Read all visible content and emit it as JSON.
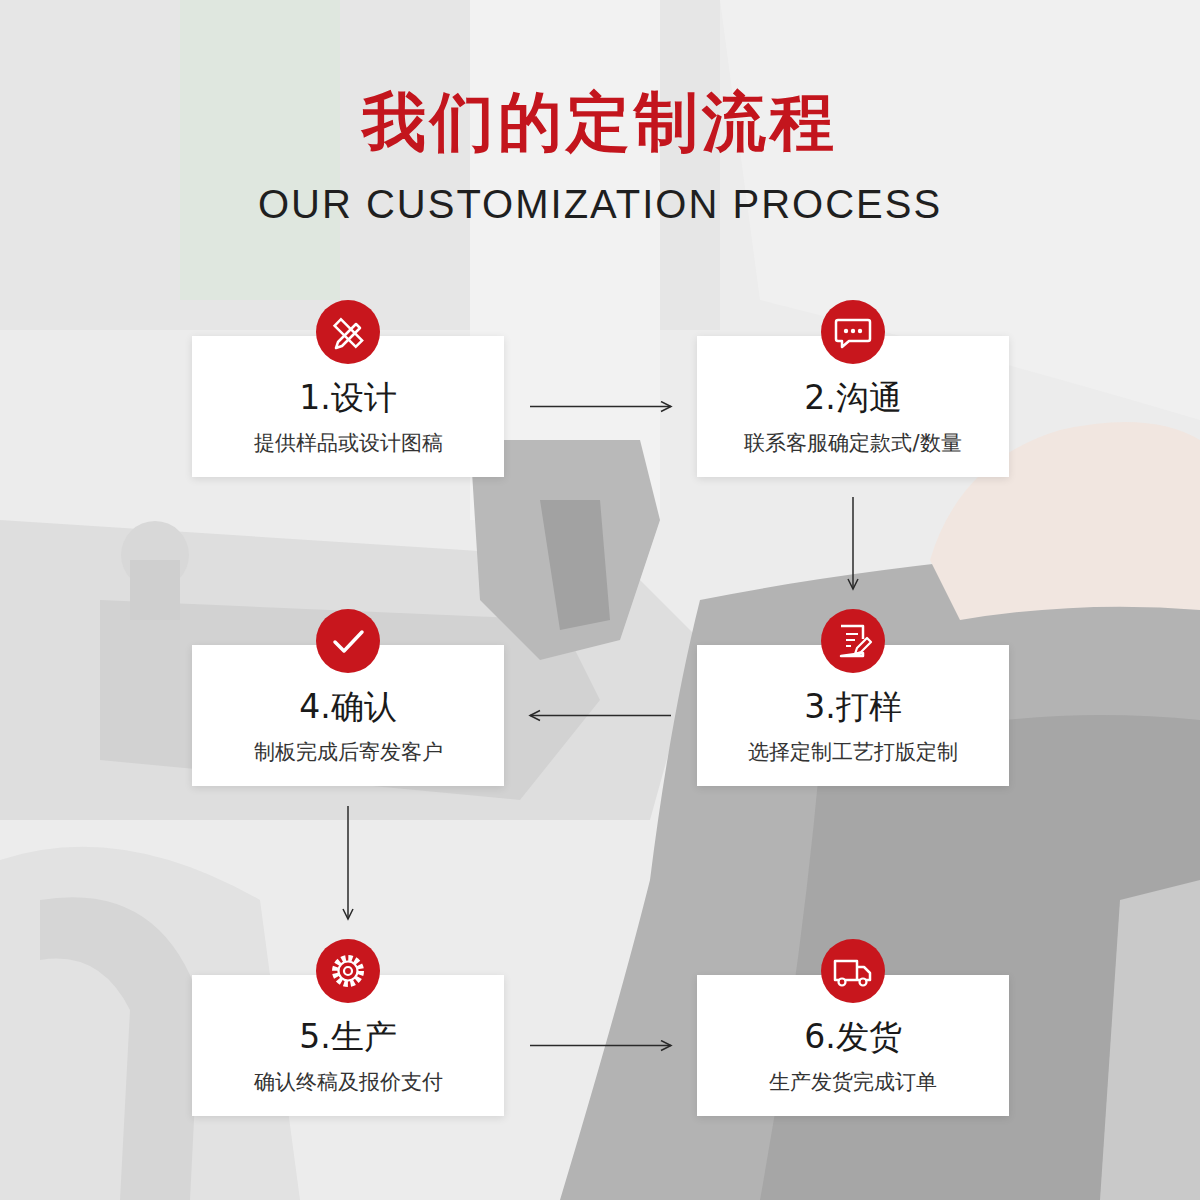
{
  "diagram": {
    "title": "我们的定制流程",
    "nodes": [
      {
        "text": [
          "1.设计",
          "提供样品或设计图稿"
        ]
      },
      {
        "text": [
          "2.沟通",
          "联系客服确定款式/数量"
        ]
      },
      {
        "text": [
          "3.打样",
          "选择定制工艺打版定制"
        ]
      },
      {
        "text": [
          "4.确认",
          "制板完成后寄发客户"
        ]
      },
      {
        "text": [
          "5.生产",
          "确认终稿及报价支付"
        ]
      },
      {
        "text": [
          "6.发货",
          "生产发货完成订单"
        ]
      }
    ],
    "edges": [
      {
        "from": 0,
        "to": 1,
        "arrow": "to"
      },
      {
        "from": 1,
        "to": 2,
        "arrow": "to"
      },
      {
        "from": 2,
        "to": 3,
        "arrow": "to"
      },
      {
        "from": 3,
        "to": 4,
        "arrow": "to"
      },
      {
        "from": 4,
        "to": 5,
        "arrow": "to"
      }
    ],
    "labels": [
      "OUR CUSTOMIZATION PROCESS"
    ]
  }
}
